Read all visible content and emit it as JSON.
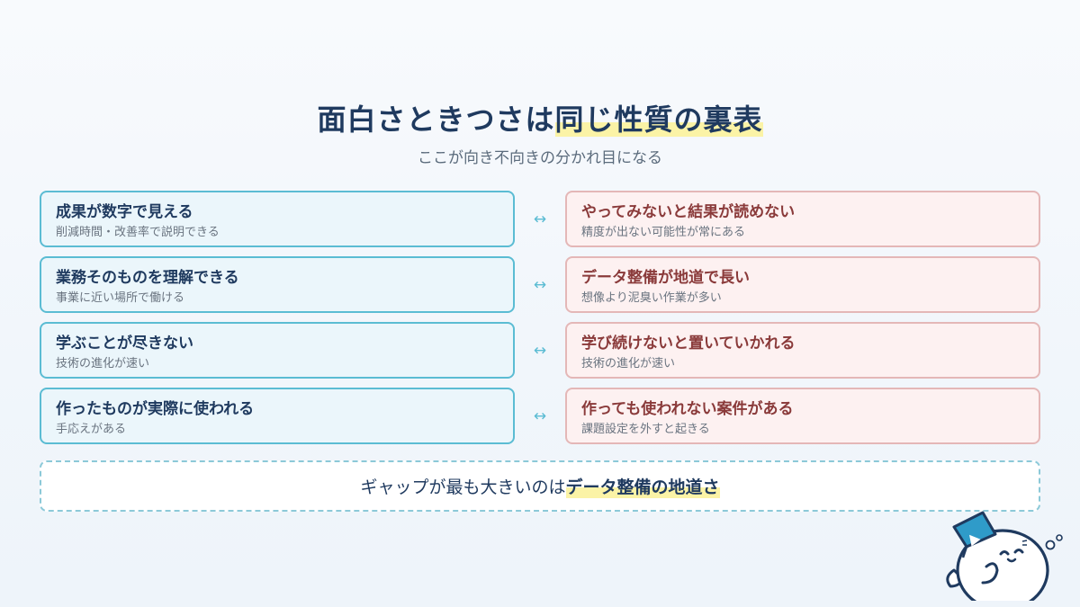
{
  "title": {
    "main": "面白さときつさは",
    "highlight": "同じ性質の裏表"
  },
  "subtitle": "ここが向き不向きの分かれ目になる",
  "arrow_symbol": "↔",
  "pairs": [
    {
      "positive": {
        "head": "成果が数字で見える",
        "sub": "削減時間・改善率で説明できる"
      },
      "negative": {
        "head": "やってみないと結果が読めない",
        "sub": "精度が出ない可能性が常にある"
      }
    },
    {
      "positive": {
        "head": "業務そのものを理解できる",
        "sub": "事業に近い場所で働ける"
      },
      "negative": {
        "head": "データ整備が地道で長い",
        "sub": "想像より泥臭い作業が多い"
      }
    },
    {
      "positive": {
        "head": "学ぶことが尽きない",
        "sub": "技術の進化が速い"
      },
      "negative": {
        "head": "学び続けないと置いていかれる",
        "sub": "技術の進化が速い"
      }
    },
    {
      "positive": {
        "head": "作ったものが実際に使われる",
        "sub": "手応えがある"
      },
      "negative": {
        "head": "作っても使われない案件がある",
        "sub": "課題設定を外すと起きる"
      }
    }
  ],
  "banner": {
    "prefix": "ギャップが最も大きいのは",
    "highlight": "データ整備の地道さ"
  },
  "colors": {
    "positive_border": "#5bbcd3",
    "positive_bg": "#ebf6fb",
    "negative_border": "#e4b7b7",
    "negative_bg": "#fdf1f1",
    "highlight": "#fbf3a6"
  },
  "mascot": {
    "icon": "seal-mascot-with-graduation-cap-icon"
  }
}
